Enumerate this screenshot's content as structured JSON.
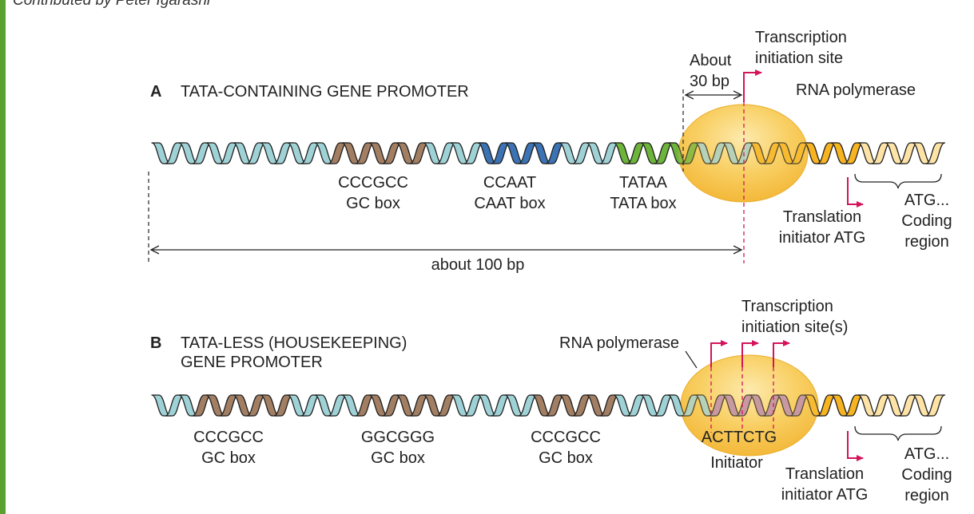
{
  "credit": "Contributed by Peter Igarashi",
  "panel_a": {
    "letter": "A",
    "title": "TATA-CONTAINING GENE PROMOTER",
    "about_30bp_line1": "About",
    "about_30bp_line2": "30 bp",
    "tx_site_line1": "Transcription",
    "tx_site_line2": "initiation site",
    "rna_pol": "RNA polymerase",
    "gc_seq": "CCCGCC",
    "gc_name": "GC box",
    "caat_seq": "CCAAT",
    "caat_name": "CAAT box",
    "tata_seq": "TATAA",
    "tata_name": "TATA box",
    "translation_line1": "Translation",
    "translation_line2": "initiator ATG",
    "coding_line1": "ATG...",
    "coding_line2": "Coding",
    "coding_line3": "region",
    "about_100bp": "about 100 bp"
  },
  "panel_b": {
    "letter": "B",
    "title_line1": "TATA-LESS (HOUSEKEEPING)",
    "title_line2": "GENE PROMOTER",
    "tx_sites_line1": "Transcription",
    "tx_sites_line2": "initiation site(s)",
    "rna_pol": "RNA polymerase",
    "gc1_seq": "CCCGCC",
    "gc1_name": "GC box",
    "gc2_seq": "GGCGGG",
    "gc2_name": "GC box",
    "gc3_seq": "CCCGCC",
    "gc3_name": "GC box",
    "initiator_seq": "ACTTCTG",
    "initiator_name": "Initiator",
    "translation_line1": "Translation",
    "translation_line2": "initiator ATG",
    "coding_line1": "ATG...",
    "coding_line2": "Coding",
    "coding_line3": "region"
  },
  "colors": {
    "dna_default": "#9fd2d6",
    "gc_box": "#a27e63",
    "caat_box": "#3b73b4",
    "tata_box": "#6cb43a",
    "initiator": "#b887b9",
    "coding": "#fde3a6",
    "pre_coding": "#f7b320",
    "rna_polymerase": "#f8c24a",
    "arrow": "#d4145a",
    "side_bar": "#5aa12f"
  }
}
